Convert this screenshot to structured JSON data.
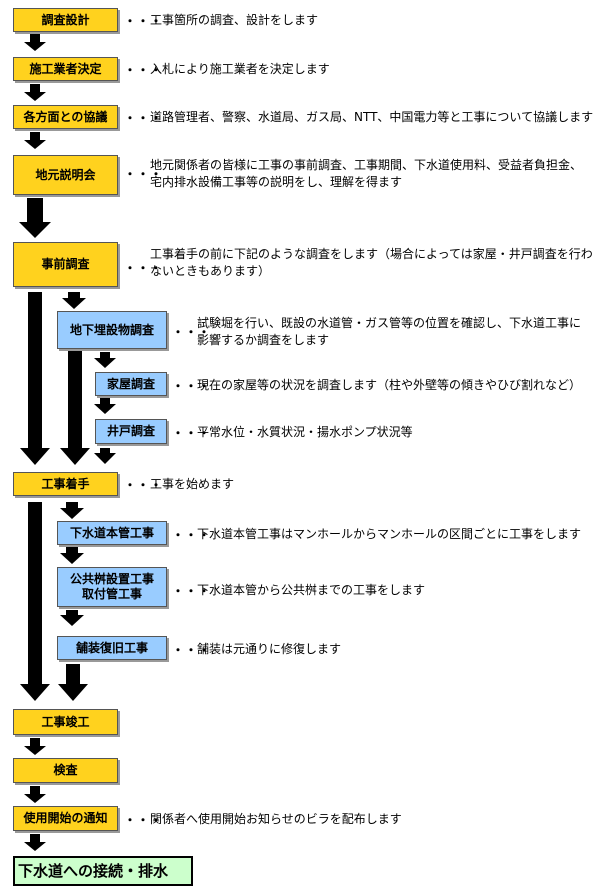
{
  "ellipsis": "・・・",
  "steps": [
    {
      "label": "調査設計",
      "desc": "工事箇所の調査、設計をします"
    },
    {
      "label": "施工業者決定",
      "desc": "入札により施工業者を決定します"
    },
    {
      "label": "各方面との協議",
      "desc": "道路管理者、警察、水道局、ガス局、NTT、中国電力等と工事について協議します"
    },
    {
      "label": "地元説明会",
      "desc_lines": [
        "地元関係者の皆様に工事の事前調査、工事期間、下水道使用料、受益者負担金、",
        "宅内排水設備工事等の説明をし、理解を得ます"
      ]
    },
    {
      "label": "事前調査",
      "desc_lines": [
        "工事着手の前に下記のような調査をします（場合によっては家屋・井戸調査を行わ",
        "ないときもあります）"
      ]
    },
    {
      "label": "工事着手",
      "desc": "工事を始めます"
    },
    {
      "label": "工事竣工"
    },
    {
      "label": "検査"
    },
    {
      "label": "使用開始の通知",
      "desc": "関係者へ使用開始お知らせのビラを配布します"
    }
  ],
  "survey_substeps": [
    {
      "label": "地下埋設物調査",
      "desc_lines": [
        "試験堀を行い、既設の水道管・ガス管等の位置を確認し、下水道工事に",
        "影響するか調査をします"
      ]
    },
    {
      "label": "家屋調査",
      "desc": "現在の家屋等の状況を調査します（柱や外壁等の傾きやひび割れなど）"
    },
    {
      "label": "井戸調査",
      "desc": "平常水位・水質状況・揚水ポンプ状況等"
    }
  ],
  "construction_substeps": [
    {
      "label": "下水道本管工事",
      "desc": "下水道本管工事はマンホールからマンホールの区間ごとに工事をします"
    },
    {
      "label_lines": [
        "公共桝設置工事",
        "取付管工事"
      ],
      "desc": "下水道本管から公共桝までの工事をします"
    },
    {
      "label": "舗装復旧工事",
      "desc": "舗装は元通りに修復します"
    }
  ],
  "final": {
    "label": "下水道への接続・排水"
  }
}
